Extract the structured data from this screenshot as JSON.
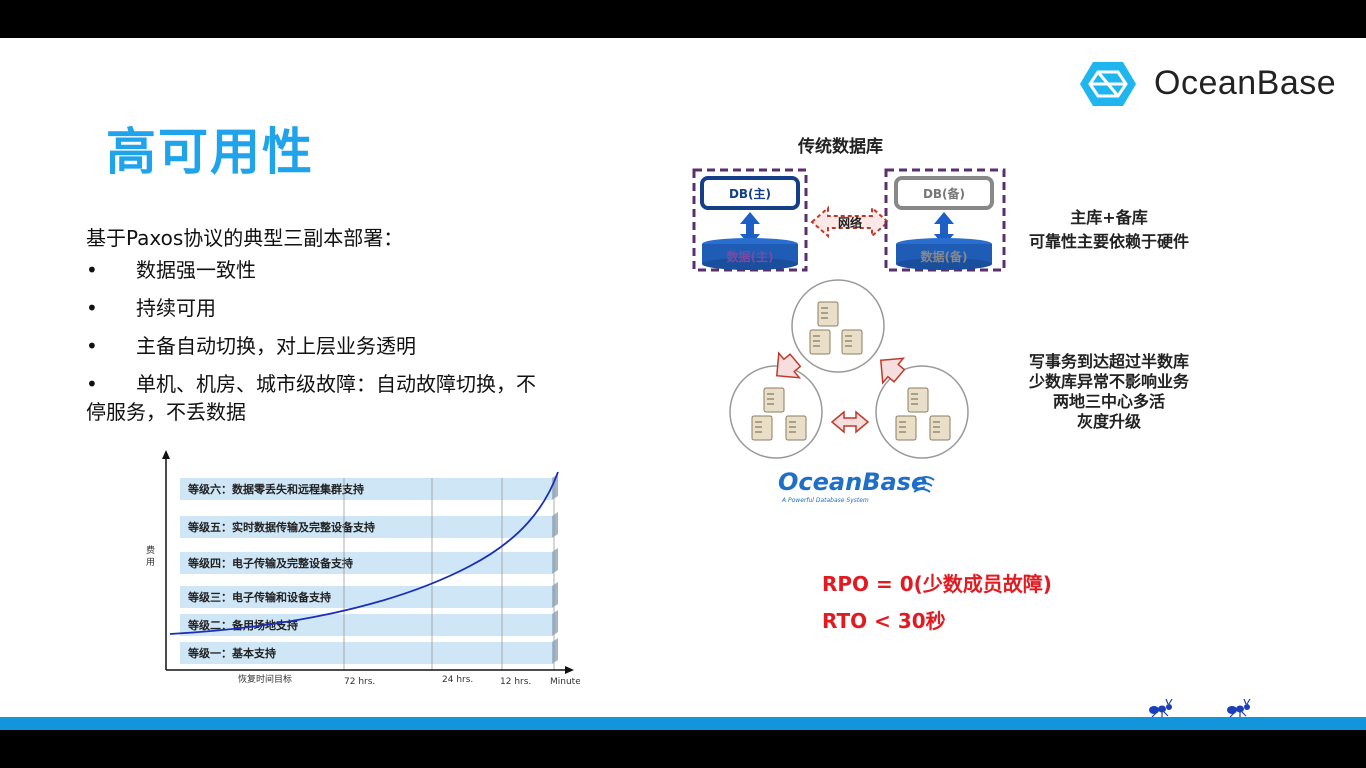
{
  "brand": {
    "name": "OceanBase",
    "accent": "#1fa3ea"
  },
  "title": "高可用性",
  "intro": "基于Paxos协议的典型三副本部署：",
  "bullets": [
    {
      "marker": "•",
      "text": "数据强一致性"
    },
    {
      "marker": "•",
      "text": "持续可用"
    },
    {
      "marker": "•",
      "text": "主备自动切换，对上层业务透明"
    },
    {
      "marker": "•",
      "text": "单机、机房、城市级故障：自动故障切换，不",
      "text2": "停服务，不丢数据"
    }
  ],
  "chart_data": {
    "type": "line",
    "ylabel": "费\n用",
    "levels": [
      "等级一：基本支持",
      "等级二：备用场地支持",
      "等级三：电子传输和设备支持",
      "等级四：电子传输及完整设备支持",
      "等级五：实时数据传输及完整设备支持",
      "等级六：数据零丢失和远程集群支持"
    ],
    "x_ticks": [
      "恢复时间目标",
      "72 hrs.",
      "24 hrs.",
      "12 hrs.",
      "Minutes"
    ]
  },
  "diagram": {
    "heading": "传统数据库",
    "db_main": "DB(主)",
    "db_backup": "DB(备)",
    "data_main": "数据(主)",
    "data_backup": "数据(备)",
    "network": "网络",
    "oceanbase_logo": "OceanBase",
    "oceanbase_tagline": "A Powerful Database System",
    "traditional_note": [
      "主库+备库",
      "可靠性主要依赖于硬件"
    ],
    "ob_note": [
      "写事务到达超过半数库",
      "少数库异常不影响业务",
      "两地三中心多活",
      "灰度升级"
    ]
  },
  "rpo": "RPO = 0(少数成员故障)",
  "rto": "RTO < 30秒",
  "colors": {
    "rpo": "#e11b22",
    "bottom_bar": "#1296db",
    "title": "#1fa3ea"
  }
}
